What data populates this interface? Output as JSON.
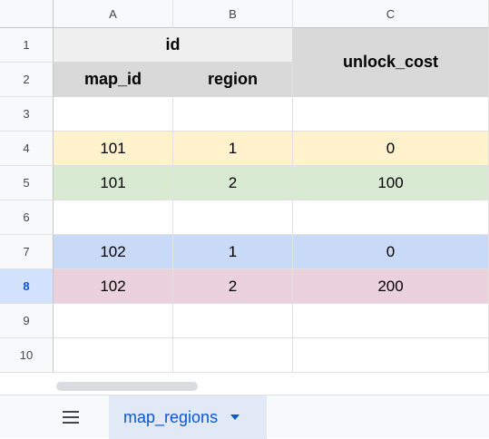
{
  "columns": [
    "A",
    "B",
    "C"
  ],
  "rows": [
    "1",
    "2",
    "3",
    "4",
    "5",
    "6",
    "7",
    "8",
    "9",
    "10"
  ],
  "header": {
    "group_label": "id",
    "col_a": "map_id",
    "col_b": "region",
    "col_c": "unlock_cost"
  },
  "data": [
    {
      "map_id": "101",
      "region": "1",
      "unlock_cost": "0",
      "color": "#fff2cc"
    },
    {
      "map_id": "101",
      "region": "2",
      "unlock_cost": "100",
      "color": "#d9ead3"
    },
    {
      "map_id": "102",
      "region": "1",
      "unlock_cost": "0",
      "color": "#c9daf8"
    },
    {
      "map_id": "102",
      "region": "2",
      "unlock_cost": "200",
      "color": "#ead1dc"
    }
  ],
  "selected_row": "8",
  "sheet_tab": {
    "label": "map_regions",
    "icons": [
      "menu-icon",
      "caret-down-icon"
    ]
  },
  "accent_color": "#0b57d0"
}
